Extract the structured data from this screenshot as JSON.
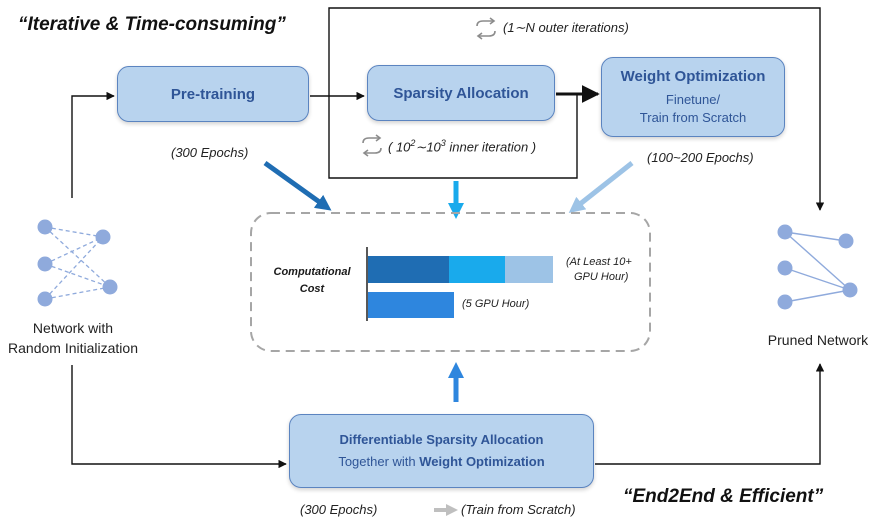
{
  "quotes": {
    "top": "“Iterative & Time-consuming”",
    "bottom": "“End2End & Efficient”"
  },
  "loop_notes": {
    "outer": "(1∼N outer iterations)",
    "inner_prefix": "( 10",
    "inner_sup1": "2",
    "inner_mid": "∼10",
    "inner_sup2": "3",
    "inner_suffix": " inner iteration )"
  },
  "boxes": {
    "pretraining": {
      "title": "Pre-training"
    },
    "sparsity": {
      "title": "Sparsity Allocation"
    },
    "weight_opt": {
      "title": "Weight Optimization",
      "line1": "Finetune/",
      "line2": "Train from Scratch"
    },
    "diff": {
      "line1": "Differentiable Sparsity Allocation",
      "line2_prefix": "Together with ",
      "line2_bold": "Weight Optimization"
    }
  },
  "epochs": {
    "pretrain": "(300 Epochs)",
    "weight_opt": "(100~200 Epochs)",
    "diff": "(300 Epochs)",
    "diff_note": "(Train from Scratch)"
  },
  "cost": {
    "label_line1": "Computational",
    "label_line2": "Cost",
    "bar1_note_line1": "(At Least 10+",
    "bar1_note_line2": "GPU Hour)",
    "bar2_note": "(5 GPU Hour)"
  },
  "networks": {
    "random": {
      "line1": "Network with",
      "line2": "Random Initialization"
    },
    "pruned": {
      "label": "Pruned Network"
    }
  },
  "colors": {
    "box_fill": "#b8d3ee",
    "box_border": "#5b84c0",
    "box_text": "#2f5597",
    "bar_dark": "#1f6db3",
    "bar_mid": "#19aaec",
    "bar_light": "#9dc3e6",
    "bar_single": "#2e86de",
    "node": "#8faadc"
  }
}
